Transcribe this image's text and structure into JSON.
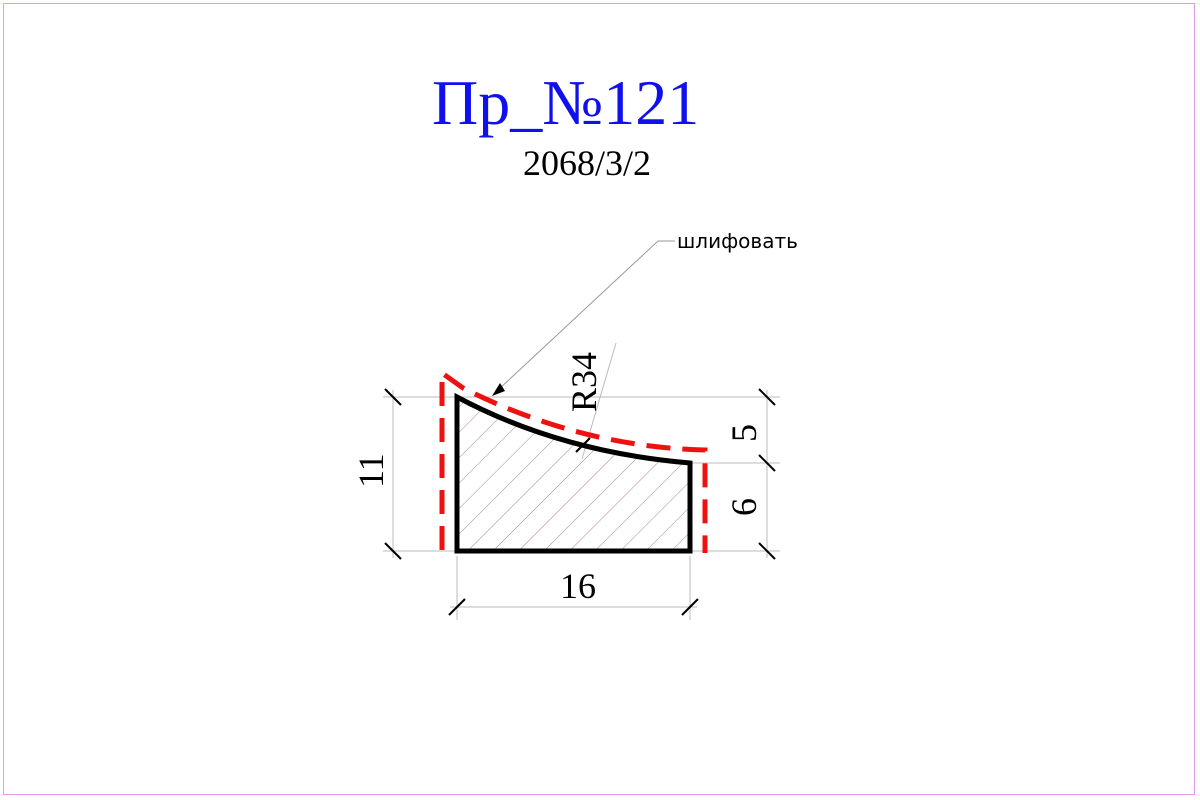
{
  "title": "Пр_№121",
  "subtitle": "2068/3/2",
  "annotation": {
    "note": "шлифовать",
    "radius": "R34"
  },
  "dimensions": {
    "height_total": "11",
    "height_upper": "5",
    "height_lower": "6",
    "width": "16"
  },
  "colors": {
    "title": "#1010ee",
    "frame": "#e59ae5",
    "grind_outline": "#ee1111",
    "profile": "#000000",
    "hatch": "#b08080"
  }
}
